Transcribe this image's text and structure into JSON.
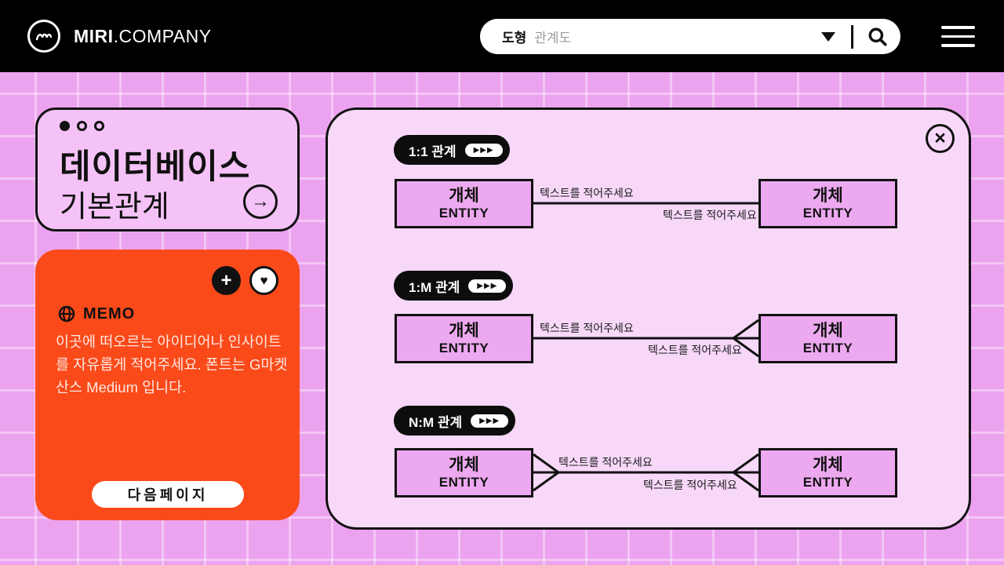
{
  "header": {
    "brand_bold": "MIRI",
    "brand_rest": ".COMPANY",
    "search": {
      "category": "도형",
      "placeholder": "관계도"
    }
  },
  "title_card": {
    "title": "데이터베이스",
    "subtitle": "기본관계",
    "arrow": "→"
  },
  "memo_card": {
    "heading": "MEMO",
    "plus": "+",
    "heart": "♥",
    "body": "이곳에 떠오르는 아이디어나 인사이트를 자유롭게 적어주세요. 폰트는 G마켓 산스 Medium 입니다.",
    "next_button": "다음페이지"
  },
  "diagram": {
    "close": "×",
    "rows": [
      {
        "label": "1:1 관계",
        "cardinality": "1:1",
        "arrows": "▶▶▶",
        "hint_top": "텍스트를 적어주세요",
        "hint_bottom": "텍스트를 적어주세요",
        "left": {
          "kr": "개체",
          "en": "ENTITY"
        },
        "right": {
          "kr": "개체",
          "en": "ENTITY"
        }
      },
      {
        "label": "1:M 관계",
        "cardinality": "1:M",
        "arrows": "▶▶▶",
        "hint_top": "텍스트를 적어주세요",
        "hint_bottom": "텍스트를 적어주세요",
        "left": {
          "kr": "개체",
          "en": "ENTITY"
        },
        "right": {
          "kr": "개체",
          "en": "ENTITY"
        }
      },
      {
        "label": "N:M 관계",
        "cardinality": "N:M",
        "arrows": "▶▶▶",
        "hint_top": "텍스트를 적어주세요",
        "hint_bottom": "텍스트를 적어주세요",
        "left": {
          "kr": "개체",
          "en": "ENTITY"
        },
        "right": {
          "kr": "개체",
          "en": "ENTITY"
        }
      }
    ]
  },
  "colors": {
    "background": "#eca3ef",
    "panel": "#f7d8f9",
    "entity": "#eda9f0",
    "memo_orange": "#fa4a1a",
    "black": "#0d0d0d",
    "white": "#ffffff"
  }
}
